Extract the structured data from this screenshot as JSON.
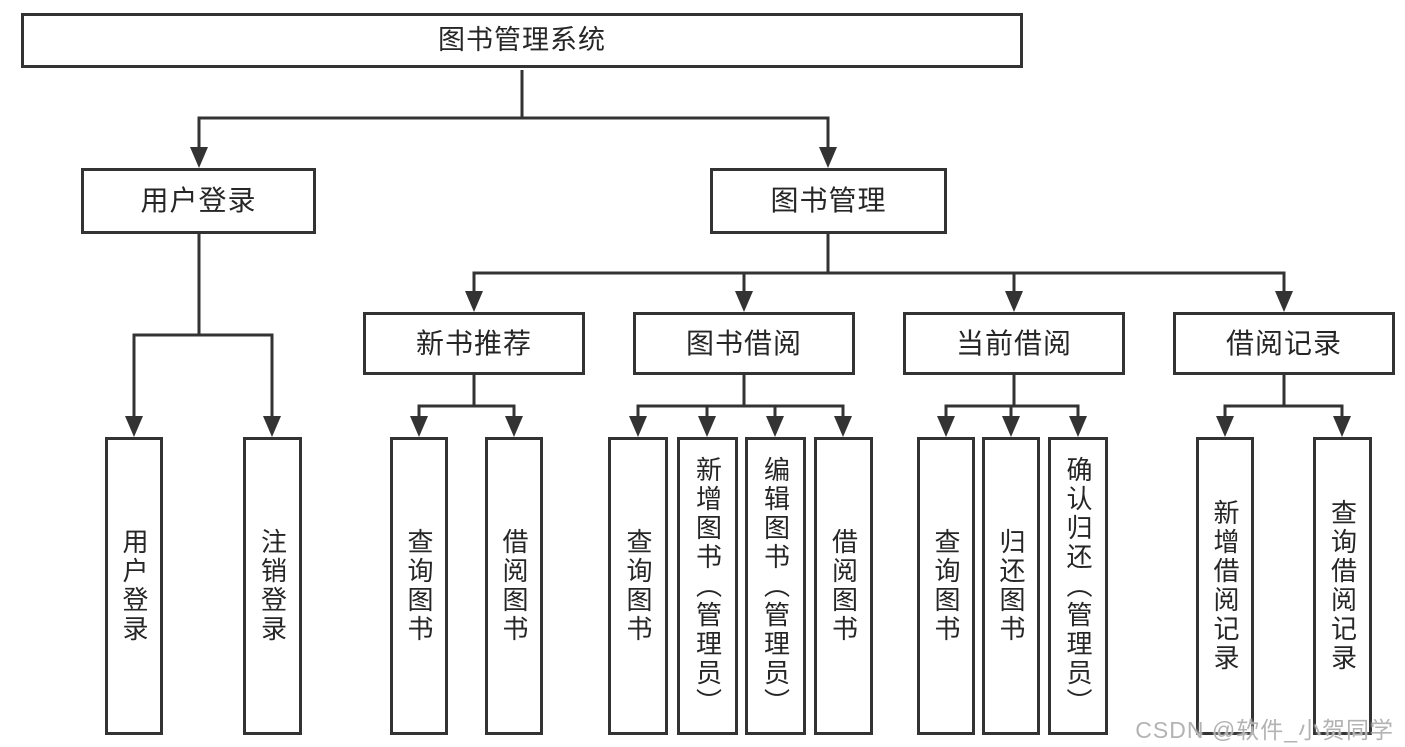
{
  "tree": {
    "root": {
      "label": "图书管理系统"
    },
    "l2": [
      {
        "label": "用户登录",
        "children": [
          {
            "label": "用户登录"
          },
          {
            "label": "注销登录"
          }
        ]
      },
      {
        "label": "图书管理",
        "children": [
          {
            "label": "新书推荐",
            "children": [
              {
                "label": "查询图书"
              },
              {
                "label": "借阅图书"
              }
            ]
          },
          {
            "label": "图书借阅",
            "children": [
              {
                "label": "查询图书"
              },
              {
                "label": "新增图书（管理员）"
              },
              {
                "label": "编辑图书（管理员）"
              },
              {
                "label": "借阅图书"
              }
            ]
          },
          {
            "label": "当前借阅",
            "children": [
              {
                "label": "查询图书"
              },
              {
                "label": "归还图书"
              },
              {
                "label": "确认归还（管理员）"
              }
            ]
          },
          {
            "label": "借阅记录",
            "children": [
              {
                "label": "新增借阅记录"
              },
              {
                "label": "查询借阅记录"
              }
            ]
          }
        ]
      }
    ]
  },
  "watermark": {
    "text": "CSDN @软件_小贺同学"
  },
  "colors": {
    "line": "#333333",
    "box_border": "#333333",
    "text": "#262626",
    "box_background": "#ffffff",
    "watermark": "#b3b3b3",
    "page_background": "#ffffff"
  }
}
